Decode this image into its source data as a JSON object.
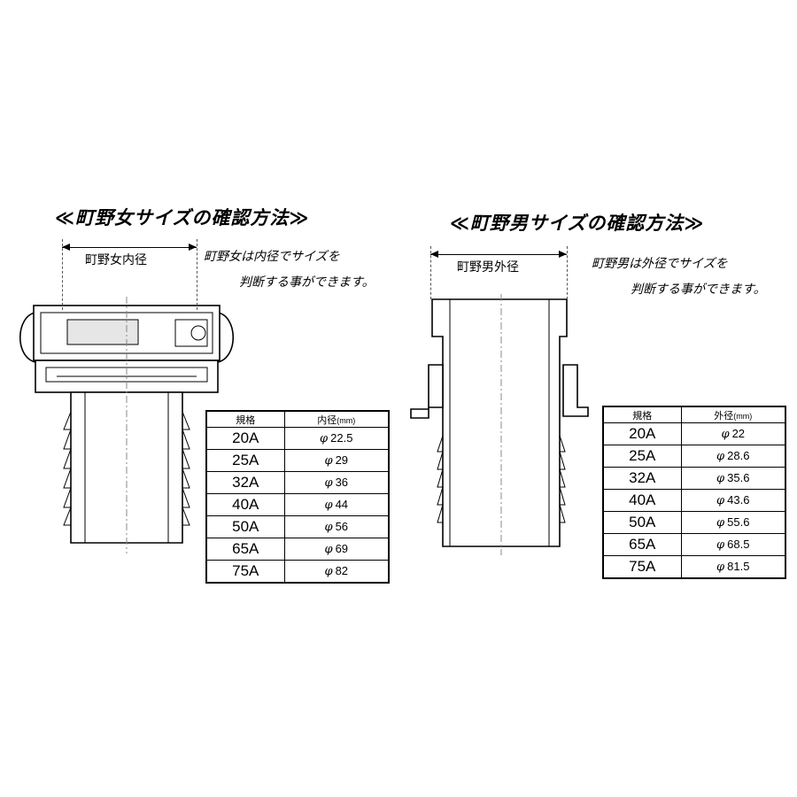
{
  "female": {
    "heading": "≪町野女サイズの確認方法≫",
    "dimension_label": "町野女内径",
    "note_line1": "町野女は内径でサイズを",
    "note_line2": "判断する事ができます。",
    "table": {
      "header_size": "規格",
      "header_value": "内径",
      "header_unit": "(mm)",
      "rows": [
        {
          "size": "20A",
          "phi": "φ",
          "value": "22.5"
        },
        {
          "size": "25A",
          "phi": "φ",
          "value": "29"
        },
        {
          "size": "32A",
          "phi": "φ",
          "value": "36"
        },
        {
          "size": "40A",
          "phi": "φ",
          "value": "44"
        },
        {
          "size": "50A",
          "phi": "φ",
          "value": "56"
        },
        {
          "size": "65A",
          "phi": "φ",
          "value": "69"
        },
        {
          "size": "75A",
          "phi": "φ",
          "value": "82"
        }
      ]
    }
  },
  "male": {
    "heading": "≪町野男サイズの確認方法≫",
    "dimension_label": "町野男外径",
    "note_line1": "町野男は外径でサイズを",
    "note_line2": "判断する事ができます。",
    "table": {
      "header_size": "規格",
      "header_value": "外径",
      "header_unit": "(mm)",
      "rows": [
        {
          "size": "20A",
          "phi": "φ",
          "value": "22"
        },
        {
          "size": "25A",
          "phi": "φ",
          "value": "28.6"
        },
        {
          "size": "32A",
          "phi": "φ",
          "value": "35.6"
        },
        {
          "size": "40A",
          "phi": "φ",
          "value": "43.6"
        },
        {
          "size": "50A",
          "phi": "φ",
          "value": "55.6"
        },
        {
          "size": "65A",
          "phi": "φ",
          "value": "68.5"
        },
        {
          "size": "75A",
          "phi": "φ",
          "value": "81.5"
        }
      ]
    }
  }
}
